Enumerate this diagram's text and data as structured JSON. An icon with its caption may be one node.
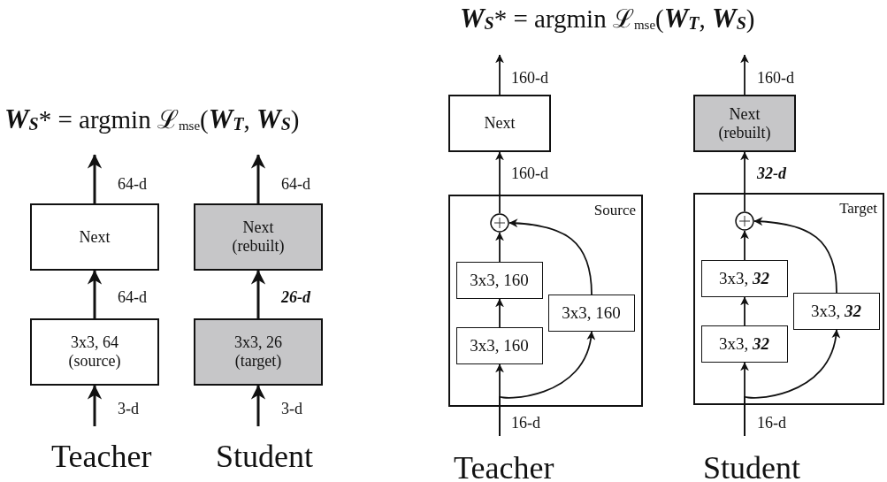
{
  "diagram": {
    "nodes": [
      {
        "text": [
          "Next"
        ]
      },
      {
        "text": [
          "3x3, 64 (source)"
        ]
      },
      {
        "text": [
          "Next (rebuilt)"
        ]
      },
      {
        "text": [
          "3x3, 26 (target)"
        ]
      },
      {
        "text": [
          "Next"
        ]
      },
      {
        "text": [
          "Source"
        ]
      },
      {
        "text": [],
        "shape": "circle",
        "in": 5
      },
      {
        "text": [
          "3x3, 160"
        ],
        "in": 5
      },
      {
        "text": [
          "3x3, 160"
        ],
        "in": 5
      },
      {
        "text": [
          "3x3, 160"
        ],
        "in": 5
      },
      {
        "text": [
          "Next (rebuilt)"
        ]
      },
      {
        "text": [
          "Target"
        ]
      },
      {
        "text": [],
        "shape": "circle",
        "in": 11
      },
      {
        "text": [
          "3x3, **32**"
        ],
        "in": 11
      },
      {
        "text": [
          "3x3, **32**"
        ],
        "in": 11
      },
      {
        "text": [
          "3x3, **32**"
        ],
        "in": 11
      }
    ],
    "edges": [
      {
        "from": null,
        "to": 1,
        "arrow": "to",
        "label": "3-d"
      },
      {
        "from": 1,
        "to": 0,
        "arrow": "to",
        "label": "64-d"
      },
      {
        "from": 0,
        "to": null,
        "arrow": "to",
        "label": "64-d"
      },
      {
        "from": null,
        "to": 3,
        "arrow": "to",
        "label": "3-d"
      },
      {
        "from": 3,
        "to": 2,
        "arrow": "to",
        "label": "26-d"
      },
      {
        "from": 2,
        "to": null,
        "arrow": "to",
        "label": "64-d"
      },
      {
        "from": null,
        "to": 9,
        "arrow": "to",
        "label": "16-d"
      },
      {
        "from": null,
        "to": 8,
        "arrow": "to"
      },
      {
        "from": 9,
        "to": 7,
        "arrow": "to"
      },
      {
        "from": 7,
        "to": 6,
        "arrow": "to"
      },
      {
        "from": 8,
        "to": 6,
        "arrow": "to"
      },
      {
        "from": 6,
        "to": 4,
        "arrow": "to",
        "label": "160-d"
      },
      {
        "from": 4,
        "to": null,
        "arrow": "to",
        "label": "160-d"
      },
      {
        "from": null,
        "to": 15,
        "arrow": "to",
        "label": "16-d"
      },
      {
        "from": null,
        "to": 14,
        "arrow": "to"
      },
      {
        "from": 15,
        "to": 13,
        "arrow": "to"
      },
      {
        "from": 13,
        "to": 12,
        "arrow": "to"
      },
      {
        "from": 14,
        "to": 12,
        "arrow": "to"
      },
      {
        "from": 12,
        "to": 10,
        "arrow": "to",
        "label": "32-d"
      },
      {
        "from": 10,
        "to": null,
        "arrow": "to",
        "label": "160-d"
      }
    ],
    "labels": [
      "**W**$_{S}$* = argmin ℒ$_{mse}$(**W**$_{T}$, **W**$_{S}$)",
      "**W**$_{S}$* = argmin ℒ$_{mse}$(**W**$_{T}$, **W**$_{S}$)",
      "Teacher",
      "Student",
      "Teacher",
      "Student"
    ]
  }
}
